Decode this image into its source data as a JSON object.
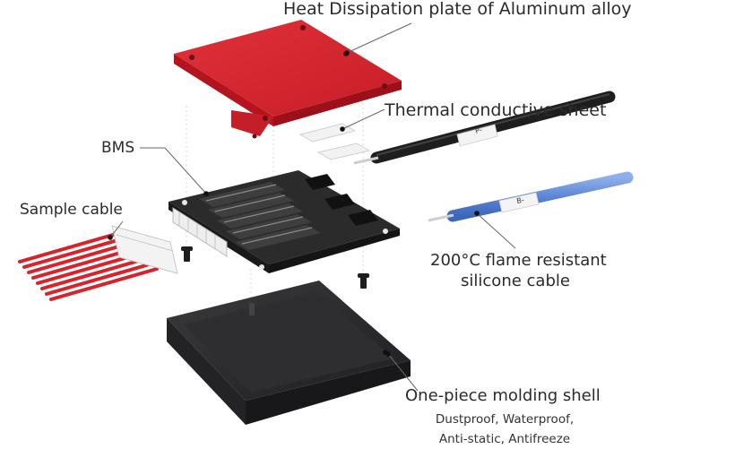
{
  "labels": {
    "heat_plate": "Heat Dissipation plate of Aluminum alloy",
    "thermal_sheet": "Thermal conductive sheet",
    "bms": "BMS",
    "sample_cable": "Sample cable",
    "silicone_cable_line1": "200°C flame resistant",
    "silicone_cable_line2": "silicone cable",
    "shell": "One-piece molding shell",
    "shell_features_line1": "Dustproof, Waterproof,",
    "shell_features_line2": "Anti-static, Antifreeze"
  },
  "cable_tags": {
    "black_cable": "P-",
    "blue_cable": "B-"
  },
  "colors": {
    "plate": "#d4202a",
    "shell": "#2a2a2c",
    "pcb": "#2b2b2b",
    "blue_cable": "#5b86d6",
    "sample_wires": "#d8232b",
    "leader_lines": "#666666"
  }
}
